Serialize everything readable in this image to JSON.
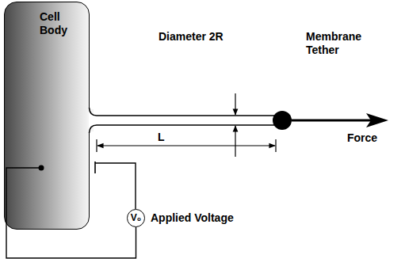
{
  "diagram": {
    "nodes": [
      {
        "text": [
          "Cell Body"
        ]
      },
      {
        "text": [
          "V₀"
        ]
      }
    ],
    "edges": [
      {
        "from": 1,
        "to": 0,
        "arrow": "none"
      }
    ],
    "labels": [
      "Diameter 2R",
      "Membrane Tether",
      "L",
      "Force",
      "Applied Voltage"
    ]
  }
}
